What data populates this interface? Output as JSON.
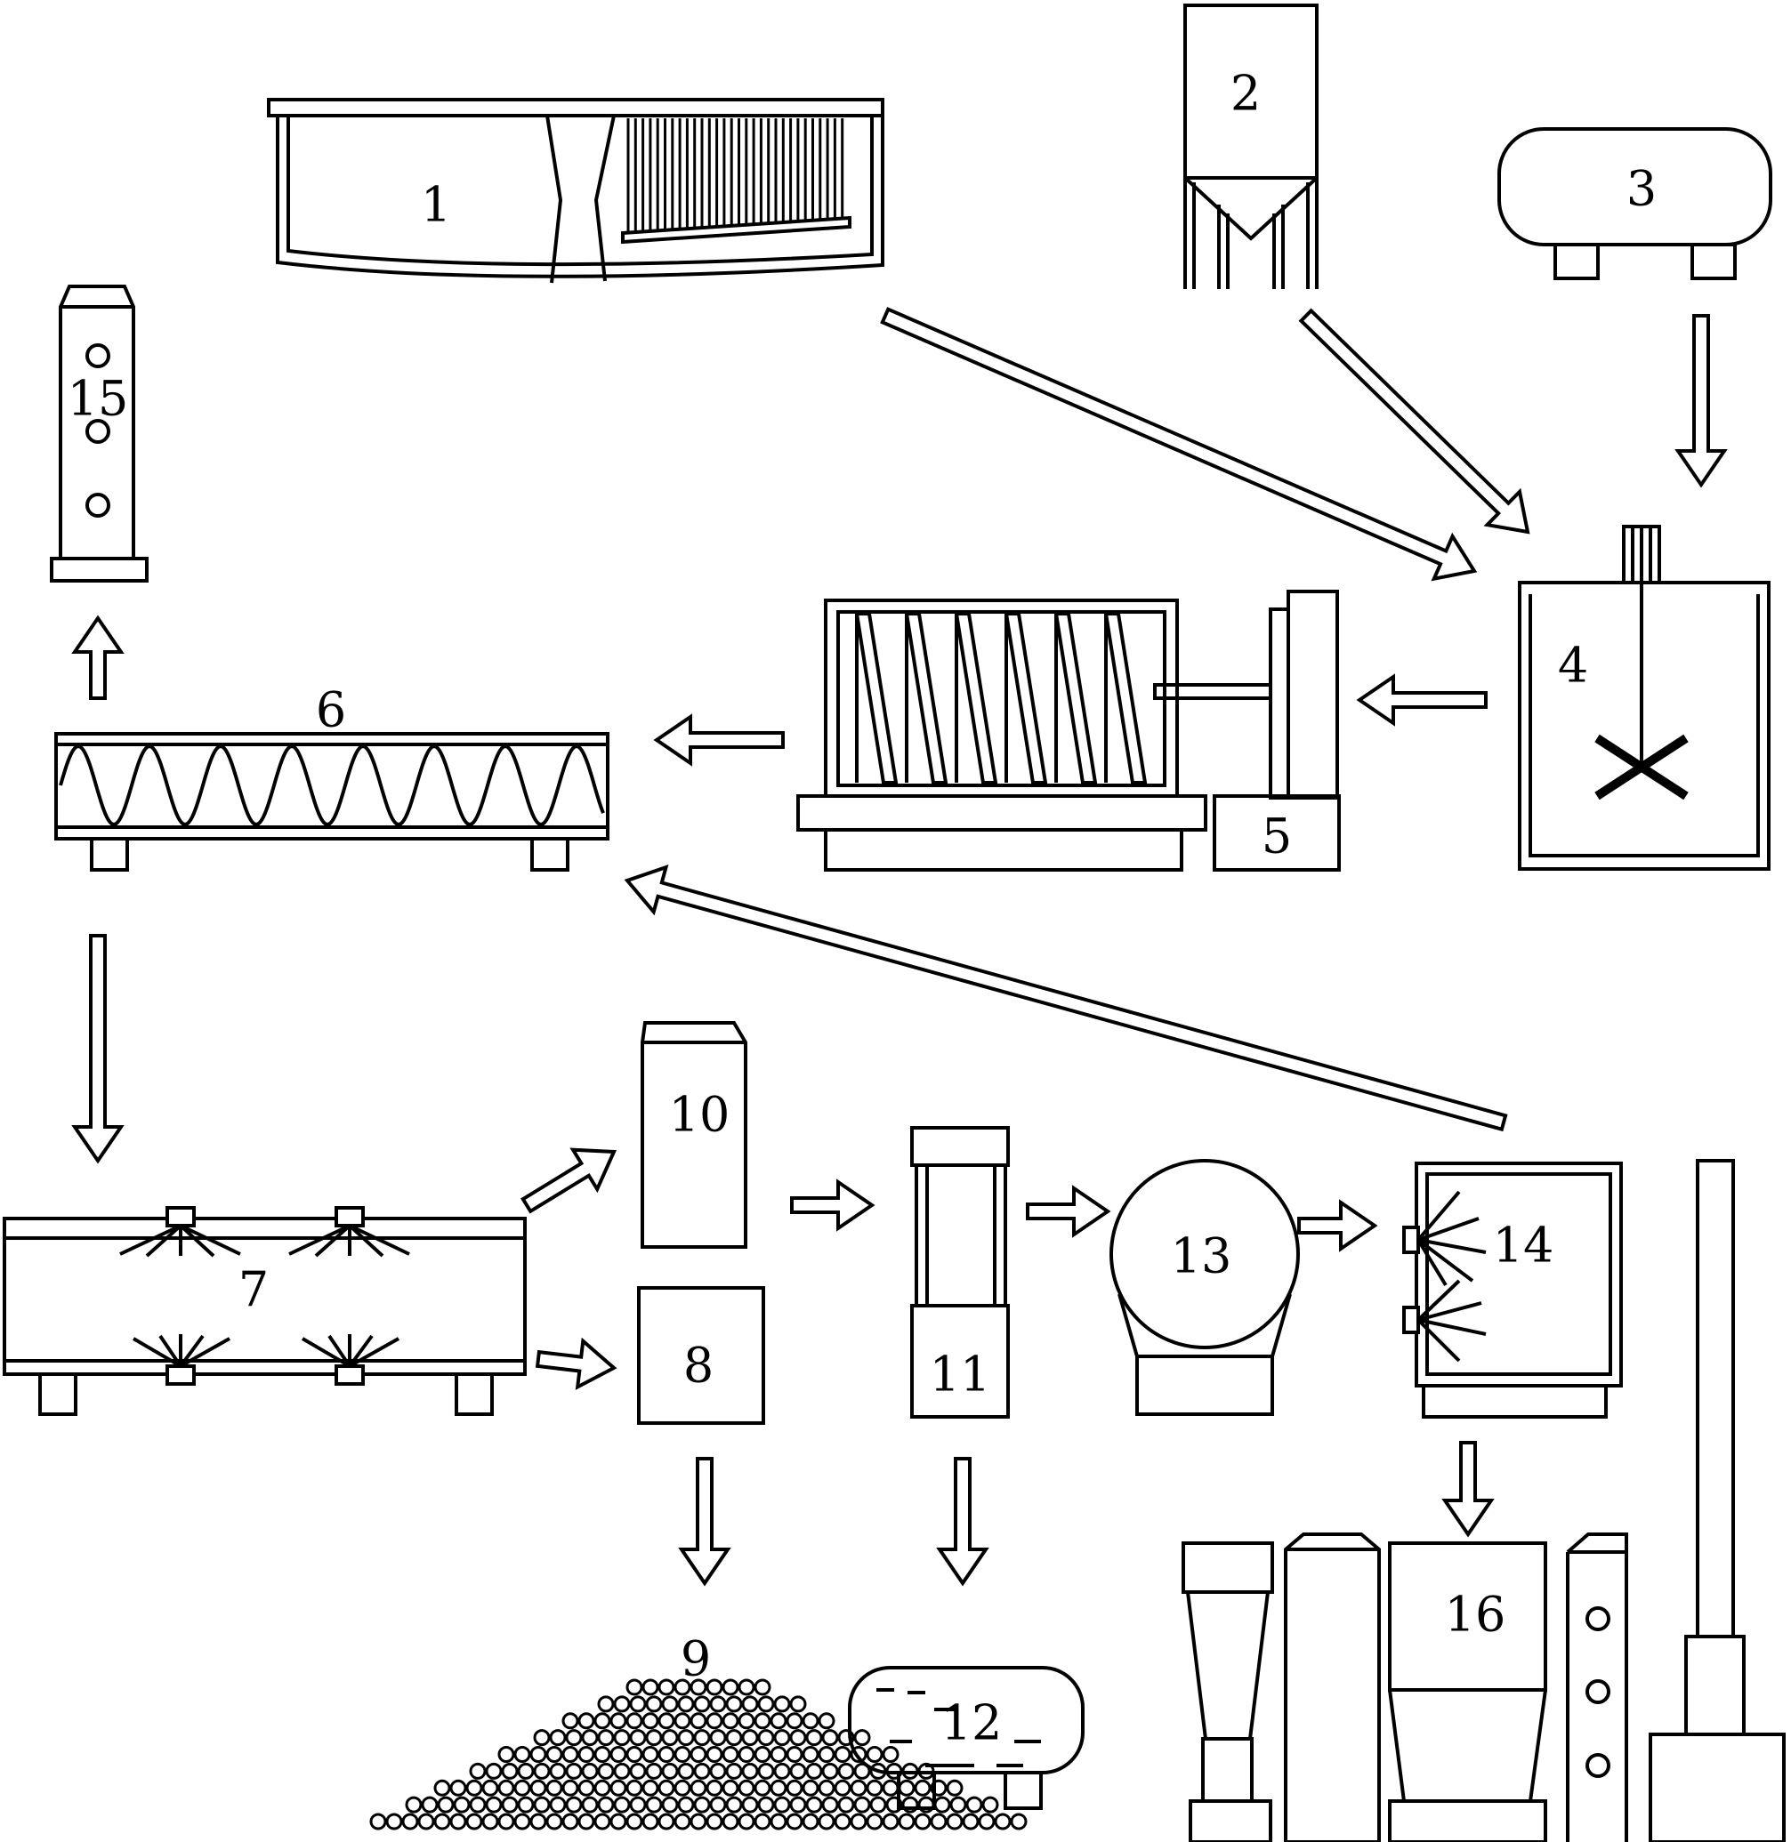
{
  "diagram": {
    "equipment_labels": {
      "eq1": "1",
      "eq2": "2",
      "eq3": "3",
      "eq4": "4",
      "eq5": "5",
      "eq6": "6",
      "eq7": "7",
      "eq8": "8",
      "eq9": "9",
      "eq10": "10",
      "eq11": "11",
      "eq12": "12",
      "eq13": "13",
      "eq14": "14",
      "eq15": "15",
      "eq16": "16"
    },
    "flows": [
      {
        "from": "1",
        "to": "4"
      },
      {
        "from": "2",
        "to": "4"
      },
      {
        "from": "3",
        "to": "4"
      },
      {
        "from": "4",
        "to": "5"
      },
      {
        "from": "5",
        "to": "6"
      },
      {
        "from": "6",
        "to": "15"
      },
      {
        "from": "6",
        "to": "7"
      },
      {
        "from": "7",
        "to": "10"
      },
      {
        "from": "7",
        "to": "8"
      },
      {
        "from": "8",
        "to": "9"
      },
      {
        "from": "10",
        "to": "11"
      },
      {
        "from": "11",
        "to": "13"
      },
      {
        "from": "11",
        "to": "12"
      },
      {
        "from": "13",
        "to": "14"
      },
      {
        "from": "14",
        "to": "16"
      },
      {
        "from": "14",
        "to": "6"
      }
    ],
    "colors": {
      "line": "#000000",
      "background": "#ffffff"
    }
  }
}
